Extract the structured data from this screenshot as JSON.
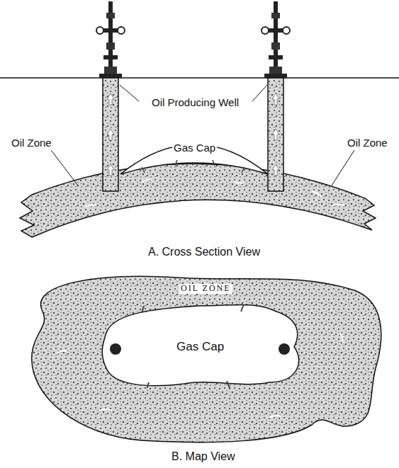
{
  "diagram": {
    "nodes": [
      {
        "text": [
          "Gas Cap"
        ]
      },
      {
        "text": [
          "OIL ZONE"
        ]
      },
      {
        "text": [
          "Gas Cap"
        ],
        "in": 1
      }
    ],
    "labels": [
      "Oil Producing Well",
      "Oil Zone",
      "Oil Zone",
      "A. Cross Section View",
      "B. Map View"
    ]
  }
}
